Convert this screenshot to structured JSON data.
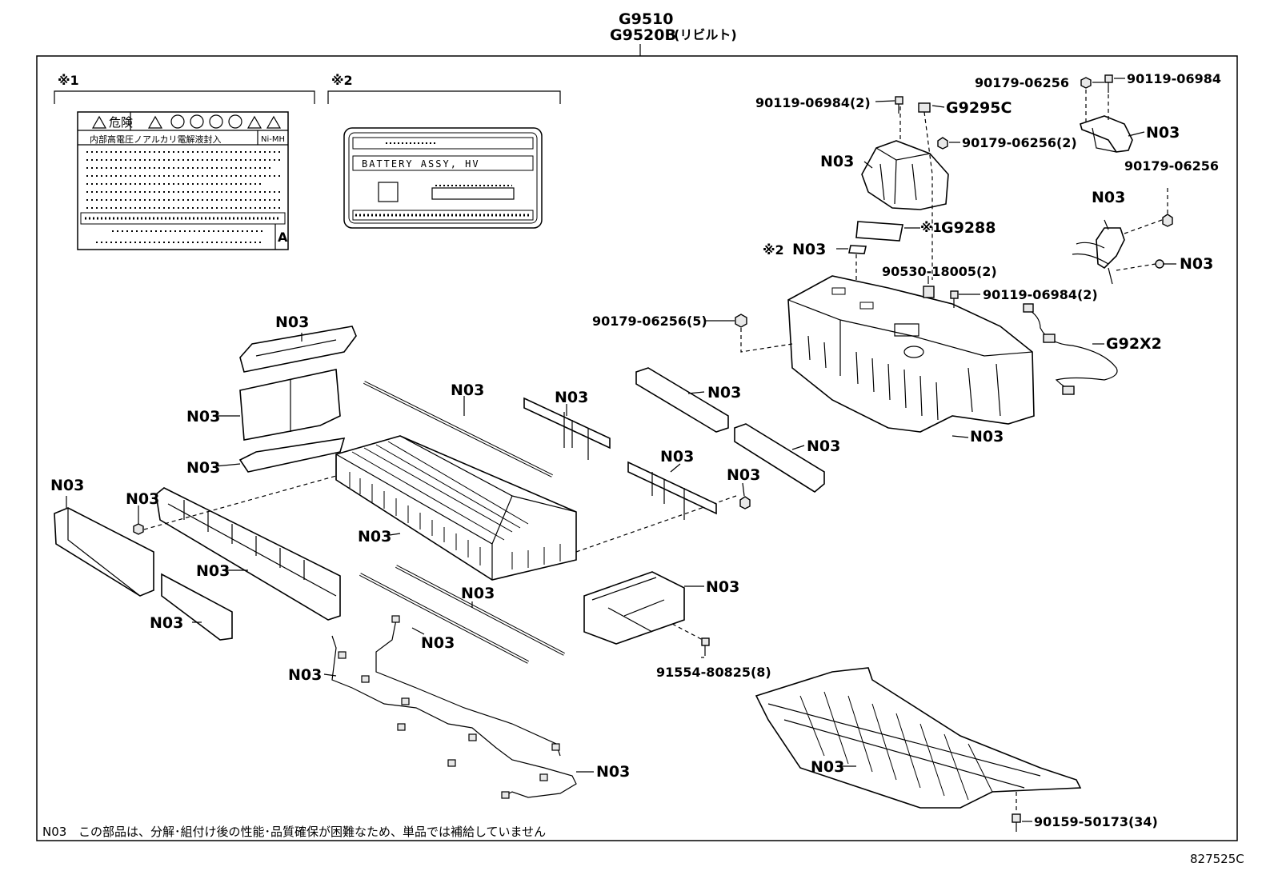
{
  "header": {
    "code_primary": "G9510",
    "code_rebuilt": "G9520B",
    "code_rebuilt_note": "(リビルト)"
  },
  "labels": {
    "marker_1": "※1",
    "marker_2": "※2",
    "caution_title": "危険",
    "caution_subtitle": "内部高電圧ノアルカリ電解液封入",
    "caution_tag": "Ni-MH",
    "caution_badge": "A",
    "battery_label_text": "BATTERY ASSY, HV"
  },
  "callouts": {
    "n03": "N03",
    "g9295c": "G9295C",
    "g9288": "G9288",
    "g92x2": "G92X2",
    "p90119_06984_2": "90119-06984(2)",
    "p90179_06256_2": "90179-06256(2)",
    "p90179_06256": "90179-06256",
    "p90119_06984": "90119-06984",
    "p90530_18005_2": "90530-18005(2)",
    "p90119_06984_2b": "90119-06984(2)",
    "p90179_06256_5": "90179-06256(5)",
    "p91554_80825_8": "91554-80825(8)",
    "p90159_50173_34": "90159-50173(34)",
    "g9288_marker": "※1",
    "n03_marker": "※2"
  },
  "footer": {
    "note_code": "N03",
    "note_text": "この部品は、分解･組付け後の性能･品質確保が困難なため、単品では補給していません",
    "diagram_id": "827525C"
  }
}
